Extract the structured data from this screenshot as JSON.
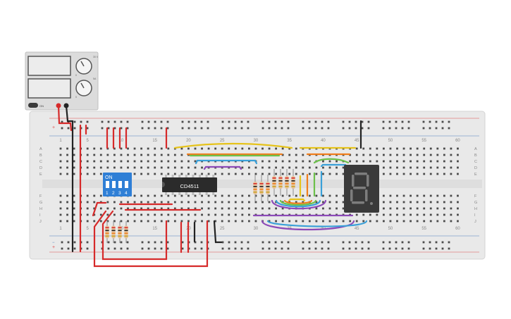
{
  "power_supply": {
    "knob_voltage_max": "30 V",
    "knob_voltage_min": "0",
    "knob_current_max": "5A",
    "knob_current_min": "0",
    "on_label": "ON"
  },
  "breadboard": {
    "column_numbers": [
      "1",
      "5",
      "10",
      "15",
      "20",
      "25",
      "30",
      "35",
      "40",
      "45",
      "50",
      "55",
      "60"
    ],
    "row_letters_top": [
      "A",
      "B",
      "C",
      "D",
      "E"
    ],
    "row_letters_bottom": [
      "F",
      "G",
      "H",
      "I",
      "J"
    ],
    "rail_plus": "+",
    "rail_minus": "−"
  },
  "dip_switch": {
    "label": "ON",
    "positions": [
      "1",
      "2",
      "3",
      "4"
    ]
  },
  "chip": {
    "label": "CD4511"
  },
  "seven_segment": {
    "digit": "8"
  },
  "colors": {
    "board": "#e9e9e9",
    "wire_red": "#d62a2a",
    "wire_black": "#222222",
    "wire_yellow": "#e6c31a",
    "wire_orange": "#ef7e1c",
    "wire_green": "#6cc04a",
    "wire_blue": "#3aa0d8",
    "wire_purple": "#8c4ab8",
    "dip_body": "#2f7fd6",
    "chip_body": "#2b2b2b",
    "display_body": "#3a3a3a"
  }
}
